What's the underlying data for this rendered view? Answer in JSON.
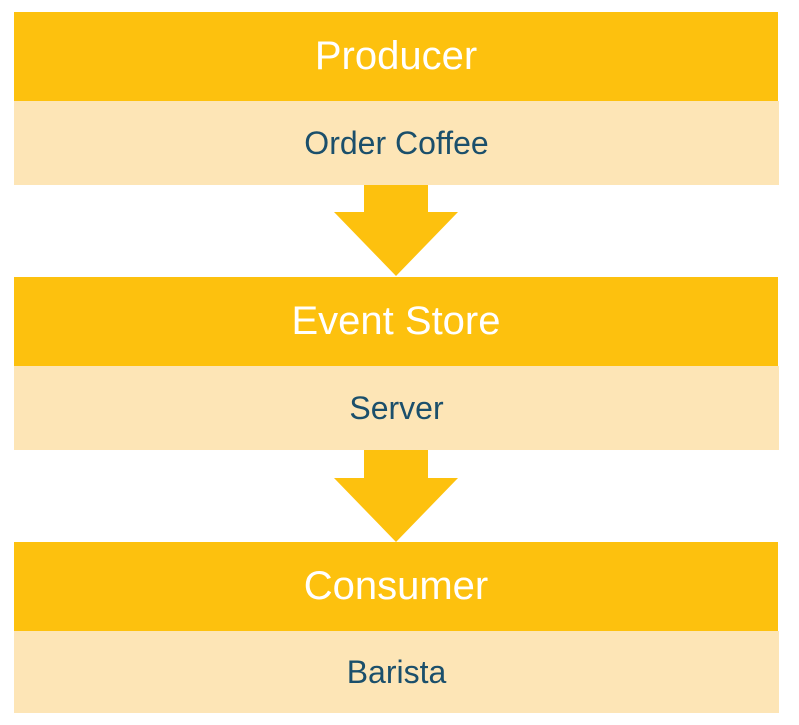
{
  "colors": {
    "header_bg": "#FDC10E",
    "header_text": "#ffffff",
    "sub_bg": "#FDE5B6",
    "sub_text": "#1B4F6B",
    "arrow": "#FDC10E"
  },
  "stages": [
    {
      "title": "Producer",
      "subtitle": "Order Coffee"
    },
    {
      "title": "Event Store",
      "subtitle": "Server"
    },
    {
      "title": "Consumer",
      "subtitle": "Barista"
    }
  ],
  "arrows": [
    {
      "icon": "down-arrow-icon"
    },
    {
      "icon": "down-arrow-icon"
    }
  ]
}
